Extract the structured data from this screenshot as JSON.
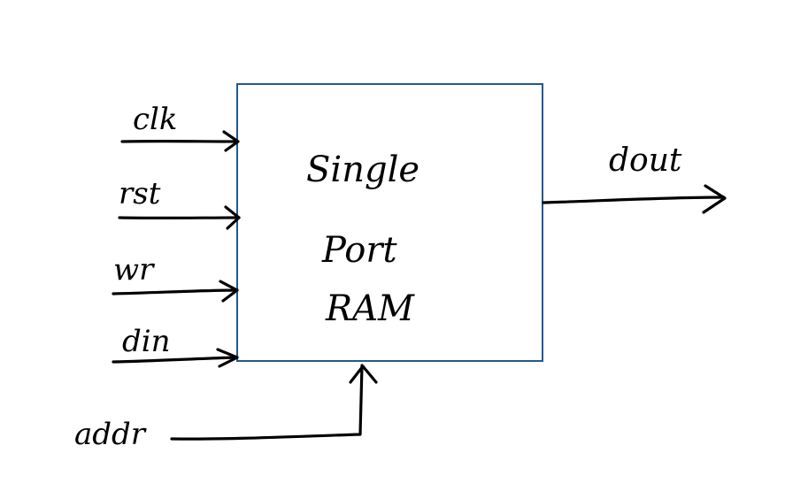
{
  "block": {
    "title_lines": [
      "Single",
      "Port",
      "RAM"
    ]
  },
  "inputs": {
    "clk": "clk",
    "rst": "rst",
    "wr": "wr",
    "din": "din",
    "addr": "addr"
  },
  "outputs": {
    "dout": "dout"
  },
  "colors": {
    "box_border": "#1f5a8c",
    "ink": "#000000"
  }
}
